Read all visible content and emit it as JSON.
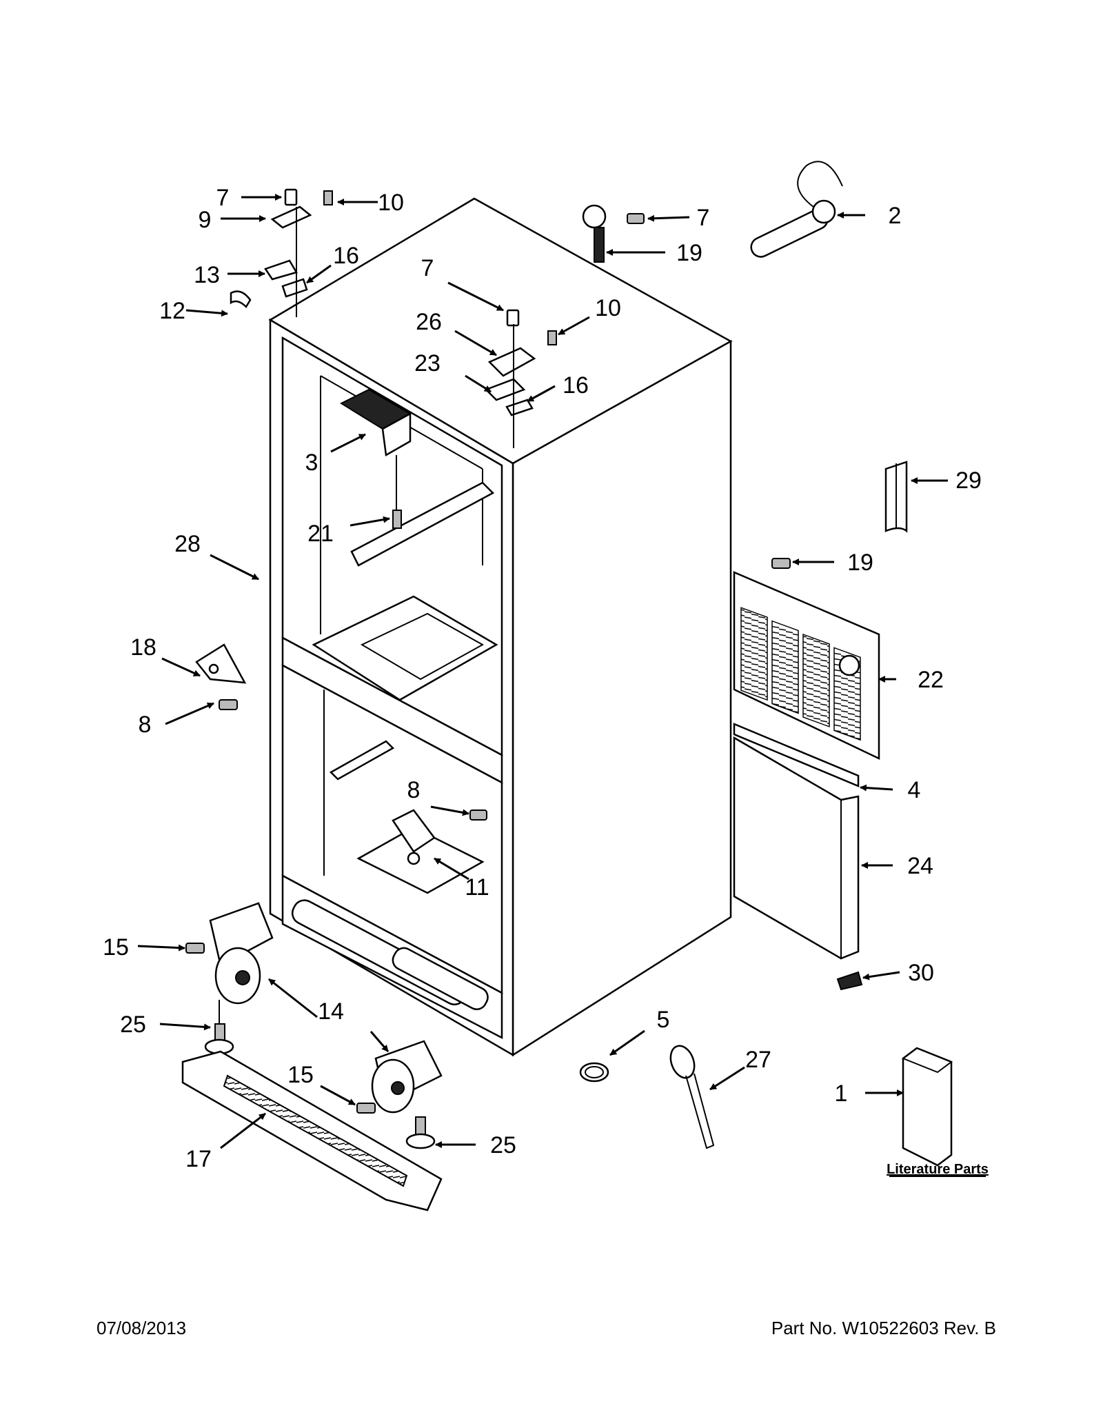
{
  "callouts": [
    {
      "num": "1"
    },
    {
      "num": "2"
    },
    {
      "num": "3"
    },
    {
      "num": "4"
    },
    {
      "num": "5"
    },
    {
      "num": "7"
    },
    {
      "num": "7"
    },
    {
      "num": "7"
    },
    {
      "num": "8"
    },
    {
      "num": "8"
    },
    {
      "num": "9"
    },
    {
      "num": "10"
    },
    {
      "num": "10"
    },
    {
      "num": "11"
    },
    {
      "num": "12"
    },
    {
      "num": "13"
    },
    {
      "num": "14"
    },
    {
      "num": "15"
    },
    {
      "num": "15"
    },
    {
      "num": "16"
    },
    {
      "num": "16"
    },
    {
      "num": "17"
    },
    {
      "num": "18"
    },
    {
      "num": "19"
    },
    {
      "num": "19"
    },
    {
      "num": "21"
    },
    {
      "num": "22"
    },
    {
      "num": "23"
    },
    {
      "num": "24"
    },
    {
      "num": "25"
    },
    {
      "num": "25"
    },
    {
      "num": "26"
    },
    {
      "num": "27"
    },
    {
      "num": "28"
    },
    {
      "num": "29"
    },
    {
      "num": "30"
    }
  ],
  "literature_label": "Literature Parts",
  "footer": {
    "date": "07/08/2013",
    "part_number": "Part No.  W10522603  Rev.  B"
  }
}
